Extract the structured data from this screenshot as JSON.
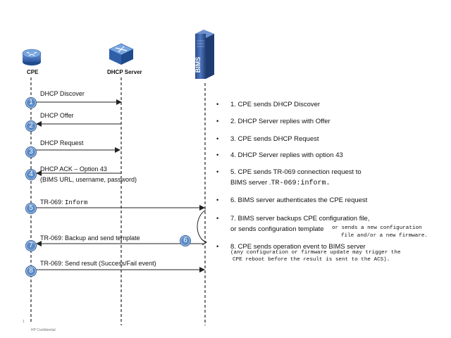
{
  "actors": {
    "cpe": {
      "label": "CPE",
      "icon": "router-icon"
    },
    "dhcp": {
      "label": "DHCP Server",
      "icon": "switch-icon"
    },
    "bims": {
      "label": "BIMS",
      "icon": "server-tower-icon"
    }
  },
  "messages": [
    {
      "step": "1",
      "label": "DHCP Discover"
    },
    {
      "step": "2",
      "label": "DHCP Offer"
    },
    {
      "step": "3",
      "label": "DHCP Request"
    },
    {
      "step": "4",
      "label": "DHCP ACK – Option 43",
      "sub": "(BIMS URL, username, password)"
    },
    {
      "step": "5",
      "label_prefix": "TR-069: ",
      "label_mono": "Inform"
    },
    {
      "step": "7",
      "label": "TR-069: Backup and send template"
    },
    {
      "step": "8",
      "label": "TR-069: Send result (Success/Fail event)"
    }
  ],
  "self_step": "6",
  "bullets": [
    {
      "text": "1. CPE sends DHCP Discover"
    },
    {
      "text": "2. DHCP Server replies with Offer"
    },
    {
      "text": "3. CPE sends DHCP Request"
    },
    {
      "text": "4. DHCP Server replies with option 43"
    },
    {
      "text": "5. CPE sends TR-069 connection request to",
      "line2": "BIMS server .",
      "line2_mono": "TR-069:inform."
    },
    {
      "text": "6. BIMS server authenticates the CPE request"
    },
    {
      "text": "7. BIMS server backups CPE configuration file,",
      "line2": "or sends configuration template",
      "line2_mono": "or sends a new configuration",
      "line3_mono": "file and/or a new firmware."
    },
    {
      "text": "8.  CPE sends operation event to BIMS server",
      "line2_mono": "(any configuration or firmware update may trigger the",
      "line3_mono": "CPE reboot before the result is sent to the ACS)."
    }
  ],
  "bullet_char": "•",
  "footer": {
    "page_number": "1",
    "confidential": "HP Confidential"
  },
  "colors": {
    "step_circle": "#5a8ac6",
    "icon_blue": "#2f5fa8",
    "server_blue": "#3a5fa0"
  }
}
